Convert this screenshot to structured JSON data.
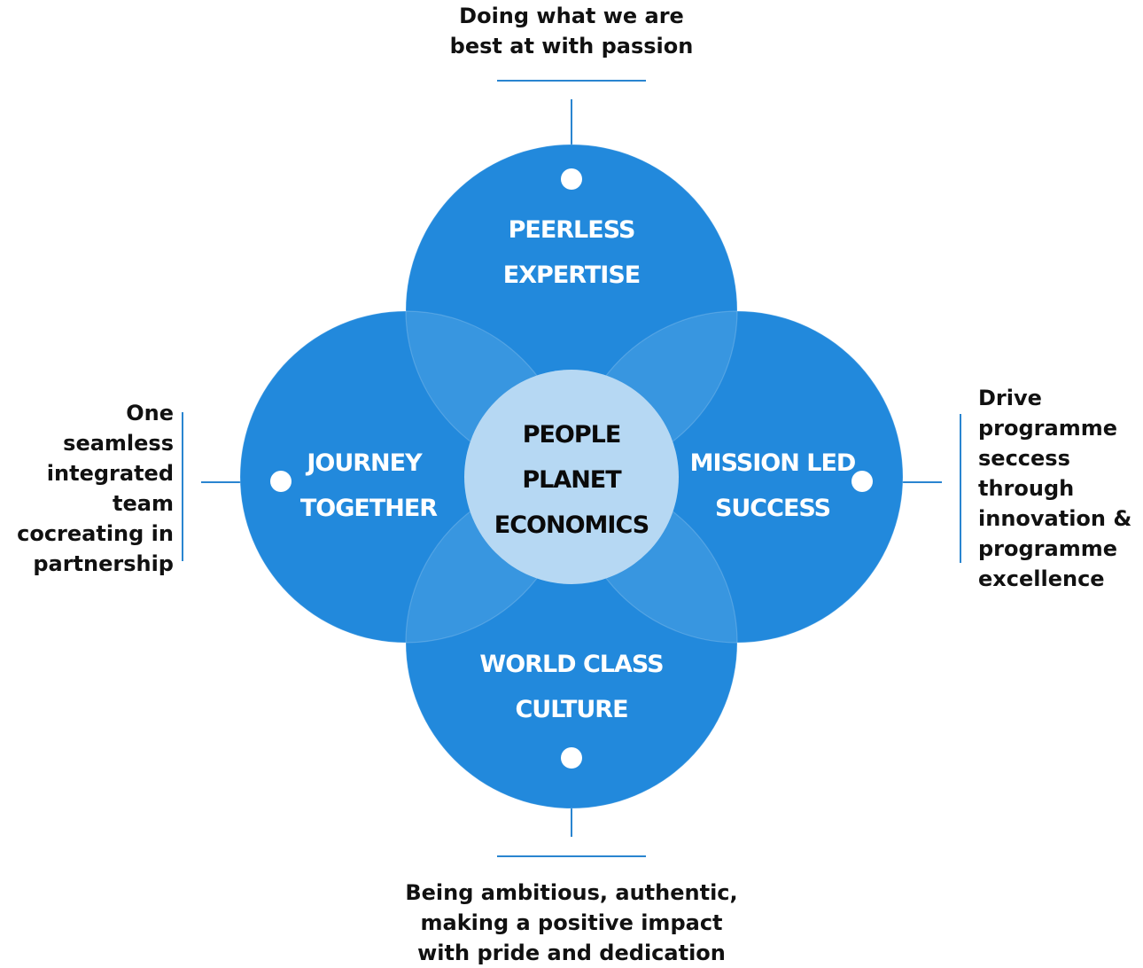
{
  "colors": {
    "circle_fill": "#2289dc",
    "overlap_fill": "#3896e0",
    "center_fill": "#b6d8f3",
    "circle_text": "#ffffff",
    "center_text": "#0a0a0a",
    "connector_line": "#2a85d0",
    "caption_text": "#111111"
  },
  "center": {
    "lines": [
      "PEOPLE",
      "PLANET",
      "ECONOMICS"
    ]
  },
  "circles": {
    "top": {
      "lines": [
        "PEERLESS",
        "EXPERTISE"
      ]
    },
    "left": {
      "lines": [
        "JOURNEY",
        "TOGETHER"
      ]
    },
    "right": {
      "lines": [
        "MISSION LED",
        "SUCCESS"
      ]
    },
    "bottom": {
      "lines": [
        "WORLD CLASS",
        "CULTURE"
      ]
    }
  },
  "captions": {
    "top": {
      "lines": [
        "Doing what we are",
        "best at with passion"
      ]
    },
    "left": {
      "lines": [
        "One",
        "seamless",
        "integrated",
        "team",
        "cocreating in",
        "partnership"
      ]
    },
    "right": {
      "lines": [
        "Drive",
        "programme",
        "seccess",
        "through",
        "innovation &",
        "programme",
        "excellence"
      ]
    },
    "bottom": {
      "lines": [
        "Being ambitious, authentic,",
        "making a positive impact",
        "with pride and dedication"
      ]
    }
  }
}
